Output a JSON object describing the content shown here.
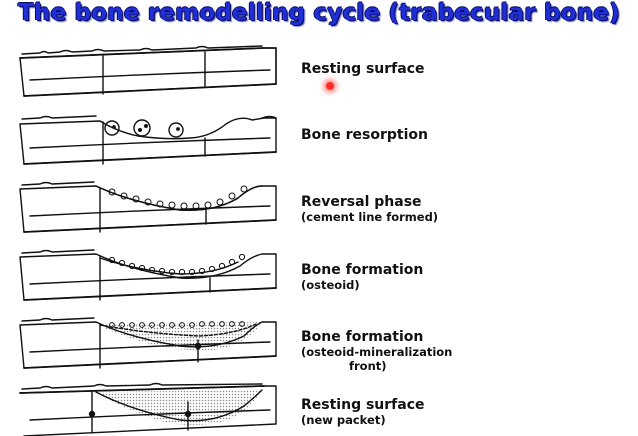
{
  "title": "The bone remodelling cycle (trabecular bone)",
  "stages": [
    {
      "label": "Resting surface",
      "sub": ""
    },
    {
      "label": "Bone resorption",
      "sub": ""
    },
    {
      "label": "Reversal phase",
      "sub": "(cement line formed)"
    },
    {
      "label": "Bone formation",
      "sub": "(osteoid)"
    },
    {
      "label": "Bone formation",
      "sub": "(osteoid-mineralization",
      "sub2": "front)"
    },
    {
      "label": "Resting surface",
      "sub": "(new packet)"
    }
  ],
  "pointer": {
    "color": "#ff2b2b"
  },
  "colors": {
    "title": "#1f2fd6",
    "stipple": "#bdbdbd"
  }
}
